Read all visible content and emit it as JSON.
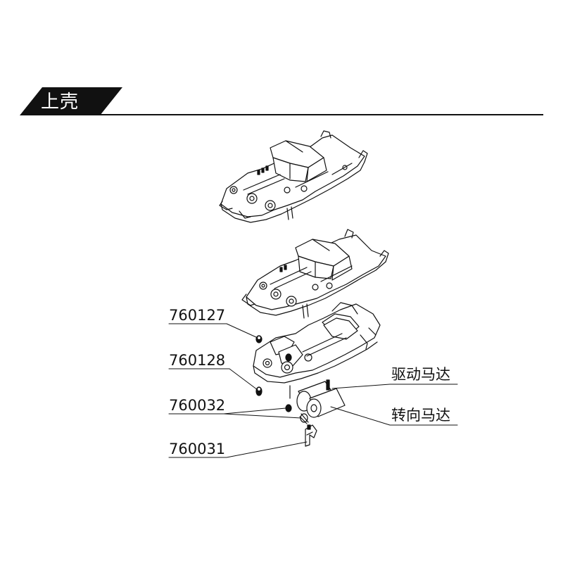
{
  "header": {
    "title": "上壳"
  },
  "labels": {
    "p760127": "760127",
    "p760128": "760128",
    "p760032": "760032",
    "p760031": "760031",
    "drive_motor": "驱动马达",
    "steering_motor": "转向马达"
  },
  "colors": {
    "ink": "#111111",
    "paper": "#ffffff",
    "tab": "#111111"
  }
}
